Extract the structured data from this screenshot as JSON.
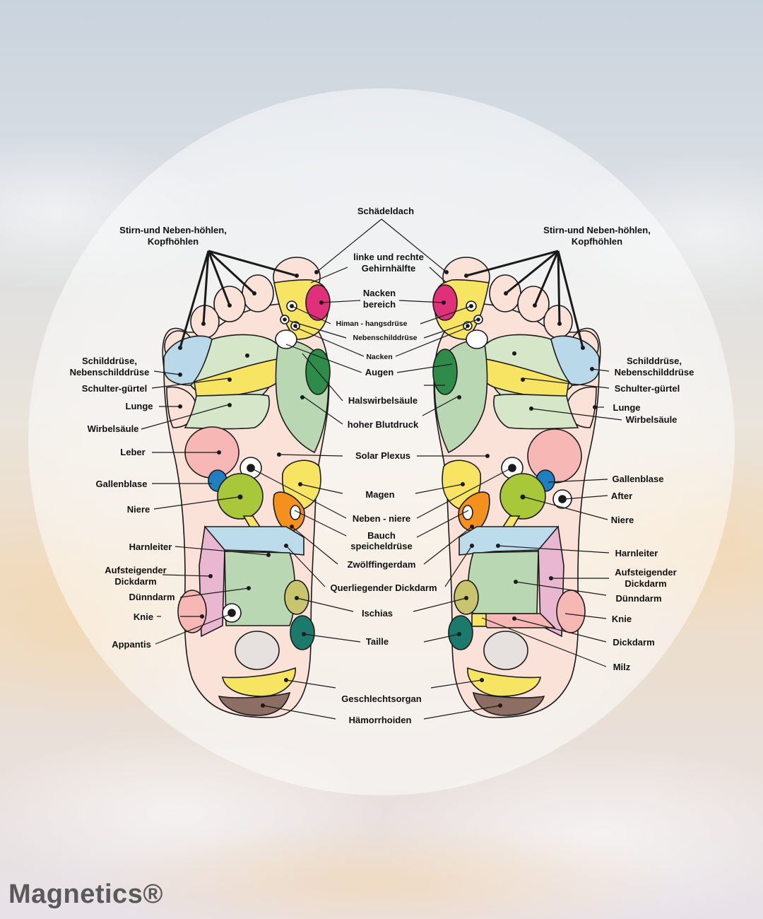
{
  "brand": "Magnetics®",
  "labels": {
    "skull_top": "Schädeldach",
    "sinus_l1": "Stirn-und Neben-höhlen,",
    "sinus_l2": "Kopfhöhlen",
    "sinus_r1": "Stirn-und Neben-höhlen,",
    "sinus_r2": "Kopfhöhlen",
    "brain1": "linke und rechte",
    "brain2": "Gehirnhälfte",
    "neck_area1": "Nacken",
    "neck_area2": "bereich",
    "pituitary": "Himan - hangsdrüse",
    "parathyroid": "Nebenschilddrüse",
    "neck": "Nacken",
    "eyes": "Augen",
    "cervical": "Halswirbelsäule",
    "bp": "hoher Blutdruck",
    "solar": "Solar Plexus",
    "stomach": "Magen",
    "adrenal": "Neben - niere",
    "pancreas1": "Bauch",
    "pancreas2": "speicheldrüse",
    "duodenum": "Zwölffingerdam",
    "transverse": "Querliegender Dickdarm",
    "sciatic": "Ischias",
    "waist": "Taille",
    "genitals": "Geschlechtsorgan",
    "hemorrhoids": "Hämorrhoiden",
    "thyroid_l1": "Schilddrüse,",
    "thyroid_l2": "Nebenschilddrüse",
    "shoulder_l": "Schulter-gürtel",
    "lung_l": "Lunge",
    "spine_l": "Wirbelsäule",
    "liver": "Leber",
    "gall_l": "Gallenblase",
    "kidney_l": "Niere",
    "ureter_l": "Harnleiter",
    "ascend_l1": "Aufsteigender",
    "ascend_l2": "Dickdarm",
    "small_int_l": "Dünndarm",
    "knee_l": "Knie",
    "appendix": "Appantis",
    "thyroid_r1": "Schilddrüse,",
    "thyroid_r2": "Nebenschilddrüse",
    "shoulder_r": "Schulter-gürtel",
    "lung_r": "Lunge",
    "spine_r": "Wirbelsäule",
    "gall_r": "Gallenblase",
    "anus": "After",
    "kidney_r": "Niere",
    "ureter_r": "Harnleiter",
    "ascend_r1": "Aufsteigender",
    "ascend_r2": "Dickdarm",
    "small_int_r": "Dünndarm",
    "knee_r": "Knie",
    "colon_r": "Dickdarm",
    "spleen": "Milz"
  },
  "colors": {
    "outline": "#1a1a1a",
    "skin": "#fbe2d8",
    "yellow": "#f7e463",
    "green_light": "#d6e6c8",
    "green_mid": "#b9d7b3",
    "green_dark": "#2e8b4a",
    "blue_light": "#b9d8ea",
    "pink": "#f6b7b5",
    "magenta": "#e0307a",
    "orange": "#f3901e",
    "lime": "#a8c83a",
    "olive": "#c9c46e",
    "teal": "#1c7a6c",
    "mauve": "#e9b7cf",
    "sky": "#bcdcec",
    "brown": "#8c6e64",
    "grey_oval": "#e6e1df"
  }
}
